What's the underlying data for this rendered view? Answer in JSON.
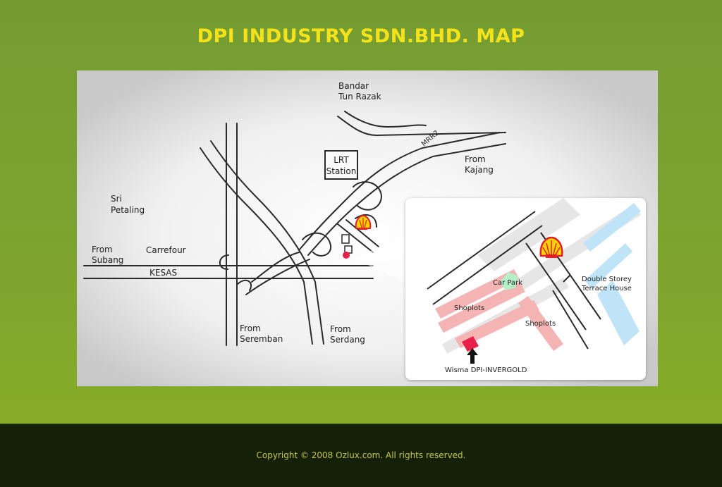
{
  "page": {
    "title": "DPI INDUSTRY SDN.BHD. MAP"
  },
  "map": {
    "labels": {
      "bandar": [
        "Bandar",
        "Tun Razak"
      ],
      "mrr2": "MRR2",
      "lrt": [
        "LRT",
        "Station"
      ],
      "kajang": [
        "From",
        "Kajang"
      ],
      "sri_petaling": [
        "Sri",
        "Petaling"
      ],
      "subang": [
        "From",
        "Subang"
      ],
      "carrefour": "Carrefour",
      "kesas": "KESAS",
      "seremban": [
        "From",
        "Seremban"
      ],
      "serdang": [
        "From",
        "Serdang"
      ]
    },
    "inset": {
      "car_park": "Car Park",
      "shoplots_left": "Shoplots",
      "shoplots_right": "Shoplots",
      "terrace": [
        "Double Storey",
        "Terrace House"
      ],
      "wisma": "Wisma DPI-INVERGOLD"
    },
    "colors": {
      "road_outline": "#2a2a2a",
      "shoplot": "#f5b4b4",
      "target_building": "#e8204a",
      "car_park": "#b6f0c9",
      "terrace": "#bfe3f7",
      "shell_red": "#e41e26",
      "shell_yellow": "#fcd200"
    }
  },
  "footer": {
    "copyright": "Copyright © 2008 Ozlux.com. All rights reserved."
  }
}
